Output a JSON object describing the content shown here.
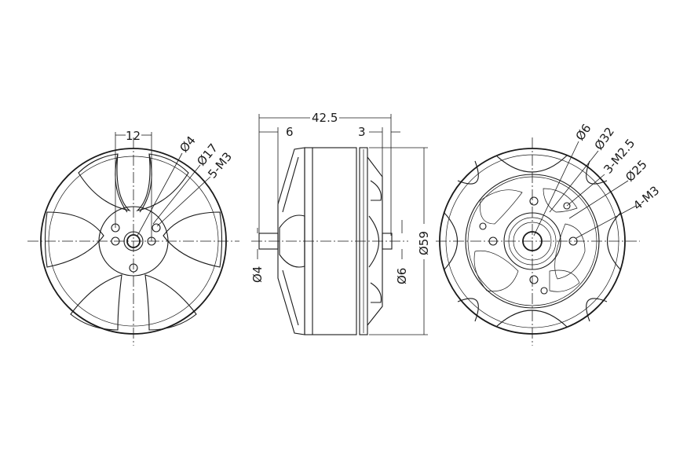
{
  "drawing": {
    "title": "Brushless motor dimension drawing",
    "units": "mm",
    "views": [
      "front",
      "side",
      "rear"
    ]
  },
  "front_view": {
    "labels": {
      "spacing": "12",
      "shaft_hole": "Ø4",
      "bolt_circle": "Ø17",
      "mount_holes": "5-M3"
    }
  },
  "side_view": {
    "labels": {
      "overall_length": "42.5",
      "shaft_length": "6",
      "rear_boss": "3",
      "shaft_diameter": "Ø4",
      "rear_boss_diameter": "Ø6",
      "body_diameter": "Ø59"
    }
  },
  "rear_view": {
    "labels": {
      "center_boss": "Ø6",
      "outer_circle": "Ø32",
      "small_holes": "3-M2.5",
      "inner_circle": "Ø25",
      "mount_holes": "4-M3"
    }
  },
  "colors": {
    "line": "#1a1a1a",
    "background": "#ffffff"
  }
}
